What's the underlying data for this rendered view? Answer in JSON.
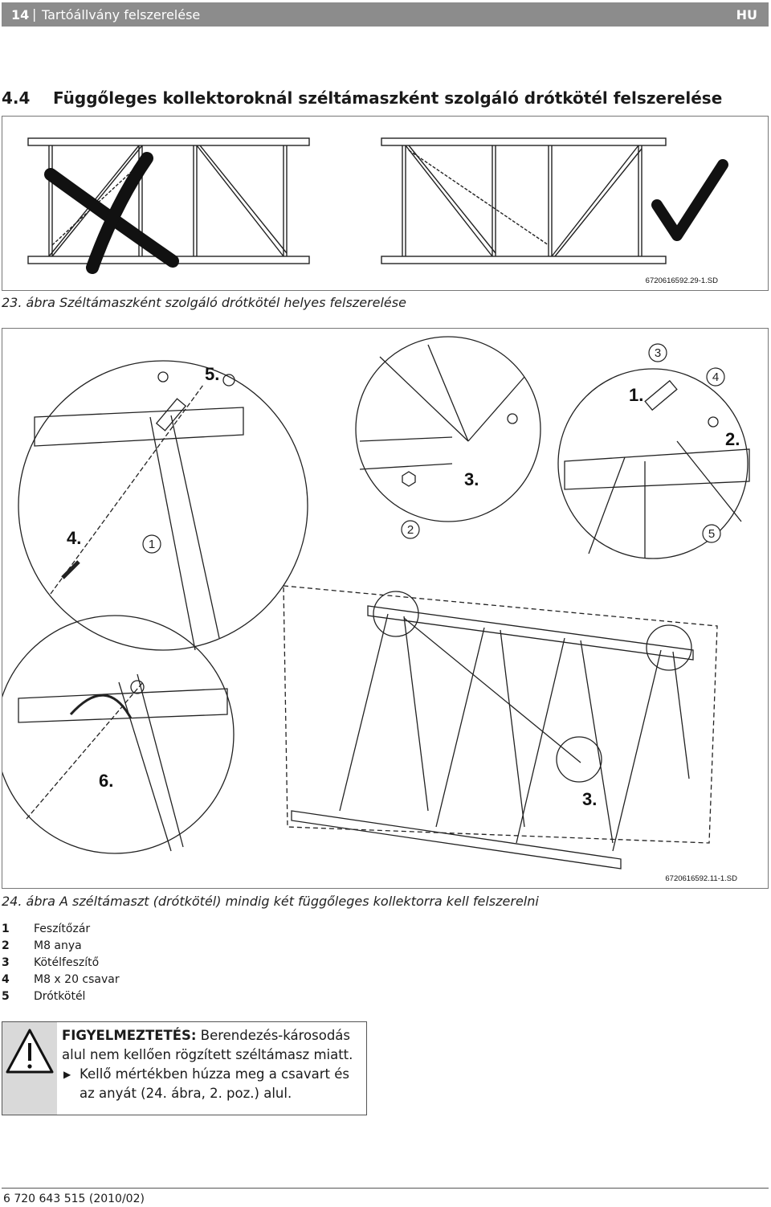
{
  "header": {
    "page": "14",
    "separator": "|",
    "title": "Tartóállvány felszerelése",
    "lang": "HU"
  },
  "section": {
    "number": "4.4",
    "title": "Függőleges kollektoroknál széltámaszként szolgáló drótkötél felszerelése"
  },
  "figure23": {
    "code": "6720616592.29-1.SD",
    "caption": "23. ábra Széltámaszként szolgáló drótkötél helyes felszerelése"
  },
  "figure24": {
    "code": "6720616592.11-1.SD",
    "caption": "24. ábra A széltámaszt (drótkötél) mindig két függőleges kollektorra kell felszerelni",
    "callouts": {
      "c1": "1",
      "c2": "2",
      "c3": "3",
      "c4": "4",
      "c5": "5"
    },
    "steps": {
      "s1": "1.",
      "s2": "2.",
      "s3a": "3.",
      "s3b": "3.",
      "s4": "4.",
      "s5": "5.",
      "s6": "6."
    }
  },
  "legend": [
    {
      "num": "1",
      "label": "Feszítőzár"
    },
    {
      "num": "2",
      "label": "M8 anya"
    },
    {
      "num": "3",
      "label": "Kötélfeszítő"
    },
    {
      "num": "4",
      "label": "M8 x 20 csavar"
    },
    {
      "num": "5",
      "label": "Drótkötél"
    }
  ],
  "warning": {
    "title": "FIGYELMEZTETÉS:",
    "line1_rest": " Berendezés-károsodás",
    "line2": "alul nem kellően rögzített széltámasz miatt.",
    "bullet": "Kellő mértékben húzza meg a csavart és az anyát (24. ábra, 2. poz.) alul.",
    "icon": "warning-triangle-icon"
  },
  "footer": {
    "text": "6 720 643 515 (2010/02)"
  }
}
